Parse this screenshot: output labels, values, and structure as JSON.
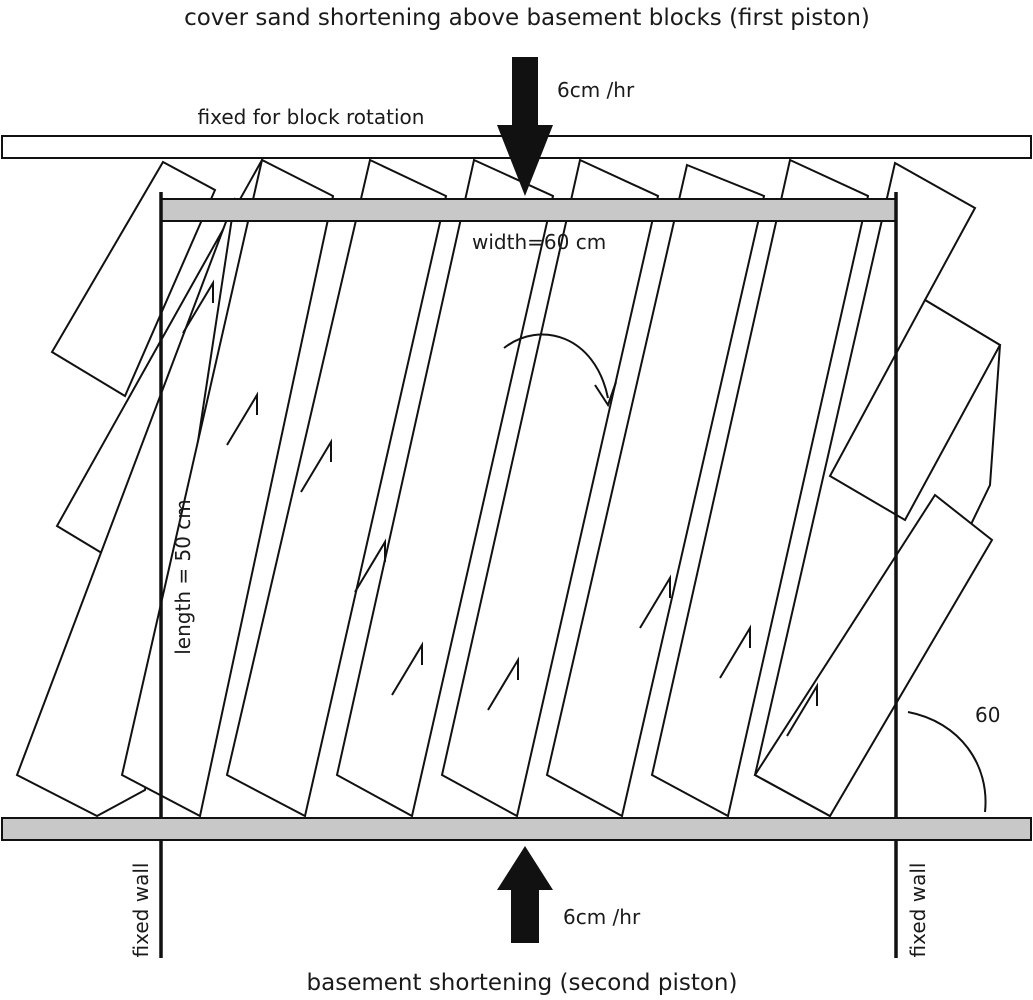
{
  "title_top": "cover sand shortening above basement blocks (first piston)",
  "title_bottom": "basement shortening (second piston)",
  "top_bar_label": "fixed for block rotation",
  "rate_top": "6cm /hr",
  "rate_bottom": "6cm /hr",
  "width_label": "width=60 cm",
  "length_label": "length = 50 cm",
  "angle_label": "60",
  "wall_left_label": "fixed wall",
  "wall_right_label": "fixed wall",
  "colors": {
    "piston": "#c8c8c8",
    "line": "#111111",
    "arrow": "#111111"
  }
}
